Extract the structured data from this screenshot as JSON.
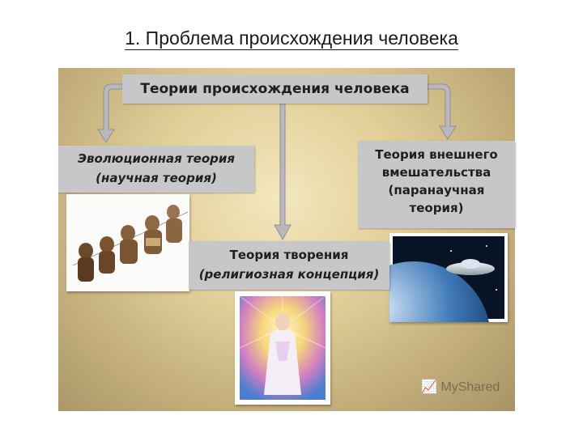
{
  "page": {
    "title": "1. Проблема происхождения человека"
  },
  "diagram": {
    "root": "Теории происхождения человека",
    "evolution": {
      "line1": "Эволюционная теория",
      "line2": "(научная теория)"
    },
    "external": {
      "line1": "Теория внешнего",
      "line2": "вмешательства",
      "line3": "(паранаучная",
      "line4": "теория)"
    },
    "creation": {
      "line1": "Теория творения",
      "line2": "(религиозная концепция)"
    }
  },
  "watermark": {
    "text": "MyShared"
  },
  "colors": {
    "box_fill": "#c7c7c9",
    "panel_center": "#f3e7bf",
    "panel_edge": "#a89366",
    "arrow_fill": "#b9b9bd"
  }
}
